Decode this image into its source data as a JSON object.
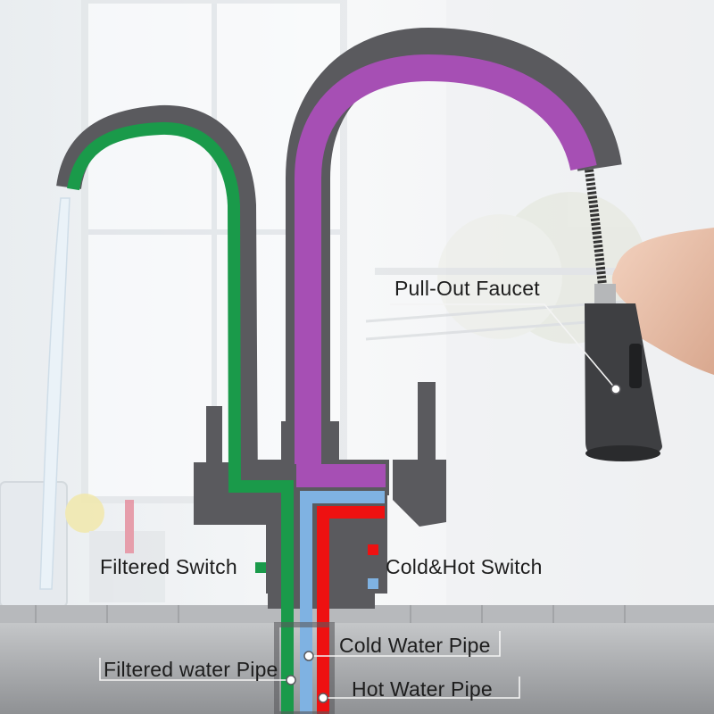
{
  "labels": {
    "pull_out_faucet": "Pull-Out Faucet",
    "filtered_switch": "Filtered Switch",
    "cold_hot_switch": "Cold&Hot Switch",
    "cold_water_pipe": "Cold Water Pipe",
    "filtered_water_pipe": "Filtered water Pipe",
    "hot_water_pipe": "Hot Water Pipe"
  },
  "colors": {
    "filtered": "#1a9a4a",
    "hot": "#ee1111",
    "cold": "#7fb2e2",
    "pullout": "#a64fb4",
    "faucet_body": "#5a5a5e"
  }
}
